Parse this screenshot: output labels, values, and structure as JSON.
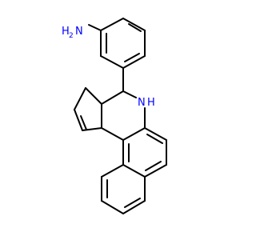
{
  "molecule": {
    "atom_labels": {
      "amine_h2": "H",
      "amine_h2_subscript": "2",
      "amine_n": "N",
      "ring_n": "N",
      "ring_h": "H"
    },
    "colors": {
      "bond": "#000000",
      "nitrogen": "#0000ff",
      "background": "#ffffff"
    }
  }
}
